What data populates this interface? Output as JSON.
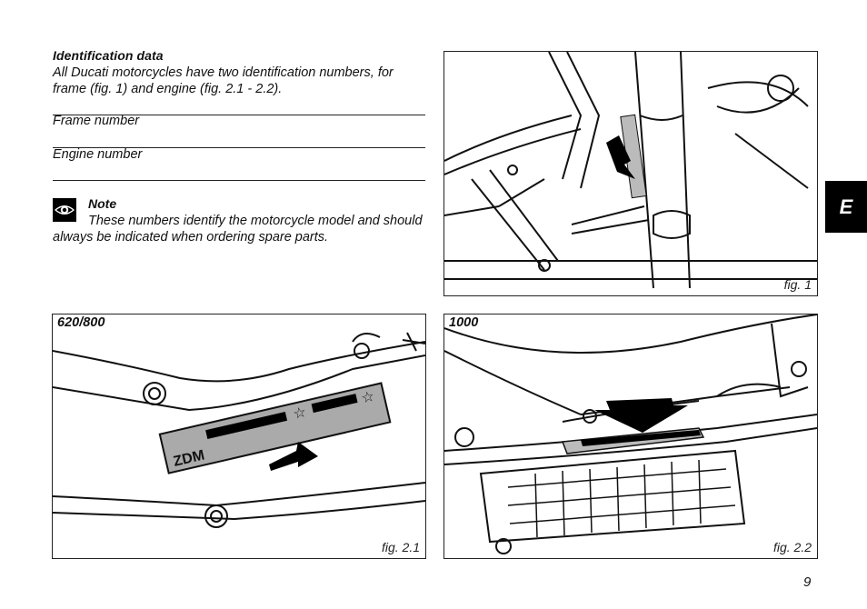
{
  "section": {
    "title": "Identification data",
    "intro": "All Ducati motorcycles have two identification numbers, for frame (fig. 1) and engine (fig. 2.1 - 2.2).",
    "fields": [
      "Frame number",
      "Engine number"
    ]
  },
  "note": {
    "icon": "eye-icon",
    "title": "Note",
    "text": "These numbers identify the motorcycle model and should always be indicated when ordering spare parts."
  },
  "figures": {
    "fig1": {
      "caption": "fig. 1"
    },
    "fig21": {
      "title": "620/800",
      "caption": "fig. 2.1",
      "plate_text": "ZDM"
    },
    "fig22": {
      "title": "1000",
      "caption": "fig. 2.2"
    }
  },
  "side_tab": {
    "label": "E"
  },
  "page_number": "9"
}
